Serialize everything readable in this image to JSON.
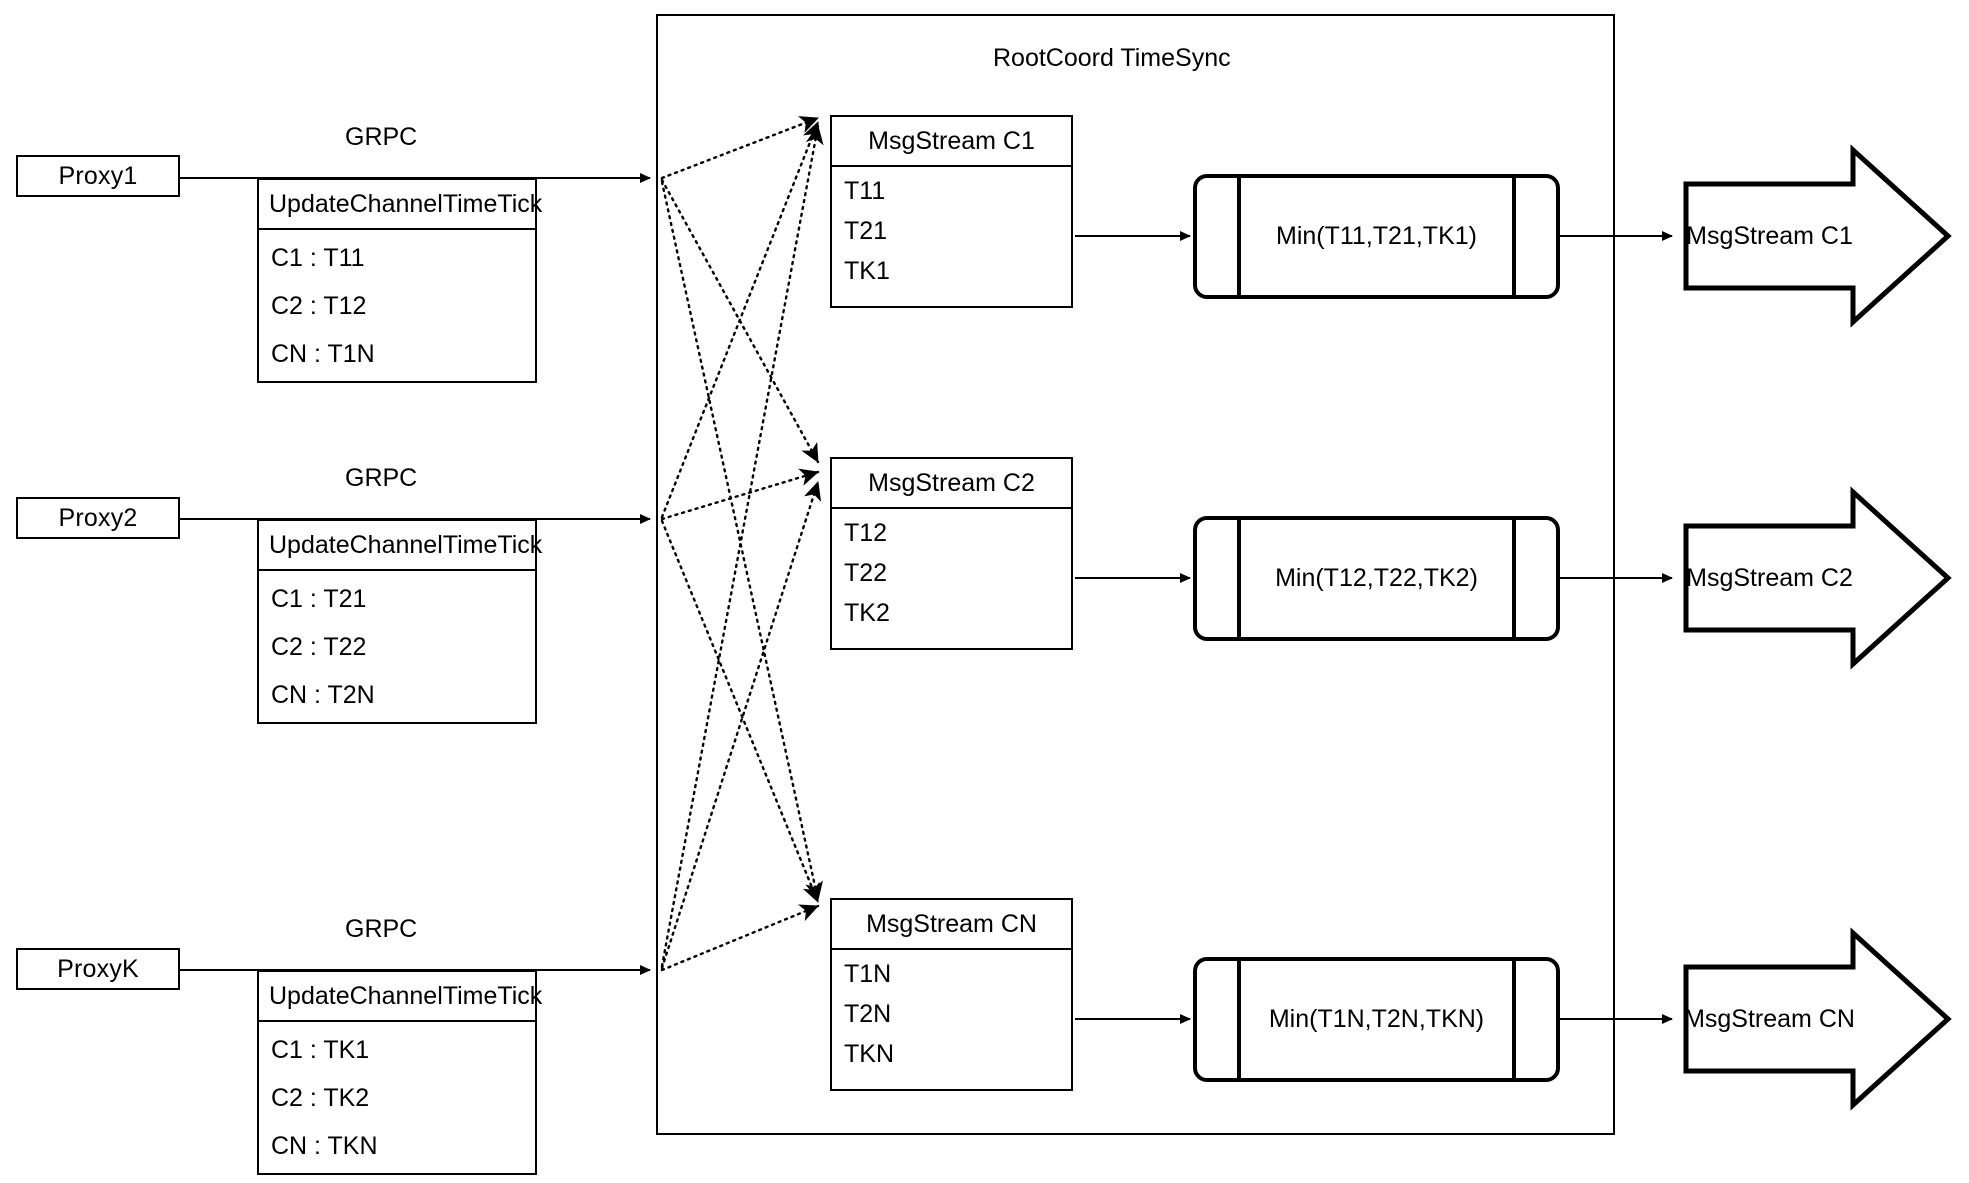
{
  "diagram": {
    "title": "RootCoord TimeSync",
    "container_label": "RootCoord TimeSync",
    "colors": {
      "stroke": "#000000",
      "background": "#ffffff"
    },
    "proxies": [
      {
        "name": "Proxy1",
        "link_label": "GRPC",
        "request": {
          "title": "UpdateChannelTimeTick",
          "rows": [
            "C1 :  T11",
            "C2 :  T12",
            "CN : T1N"
          ]
        }
      },
      {
        "name": "Proxy2",
        "link_label": "GRPC",
        "request": {
          "title": "UpdateChannelTimeTick",
          "rows": [
            "C1 :  T21",
            "C2 :  T22",
            "CN : T2N"
          ]
        }
      },
      {
        "name": "ProxyK",
        "link_label": "GRPC",
        "request": {
          "title": "UpdateChannelTimeTick",
          "rows": [
            "C1 :  TK1",
            "C2 :  TK2",
            "CN : TKN"
          ]
        }
      }
    ],
    "channels": [
      {
        "stream": {
          "title": "MsgStream C1",
          "rows": [
            "T11",
            "T21",
            "TK1"
          ]
        },
        "process": {
          "label": "Min(T11,T21,TK1)"
        },
        "output": {
          "label": "MsgStream C1"
        }
      },
      {
        "stream": {
          "title": "MsgStream C2",
          "rows": [
            "T12",
            "T22",
            "TK2"
          ]
        },
        "process": {
          "label": "Min(T12,T22,TK2)"
        },
        "output": {
          "label": "MsgStream C2"
        }
      },
      {
        "stream": {
          "title": "MsgStream CN",
          "rows": [
            "T1N",
            "T2N",
            "TKN"
          ]
        },
        "process": {
          "label": "Min(T1N,T2N,TKN)"
        },
        "output": {
          "label": "MsgStream CN"
        }
      }
    ],
    "icons": {
      "solid_arrow": "solid-arrow-icon",
      "dotted_arrow": "dotted-arrow-icon",
      "block_arrow": "block-arrow-icon"
    }
  }
}
